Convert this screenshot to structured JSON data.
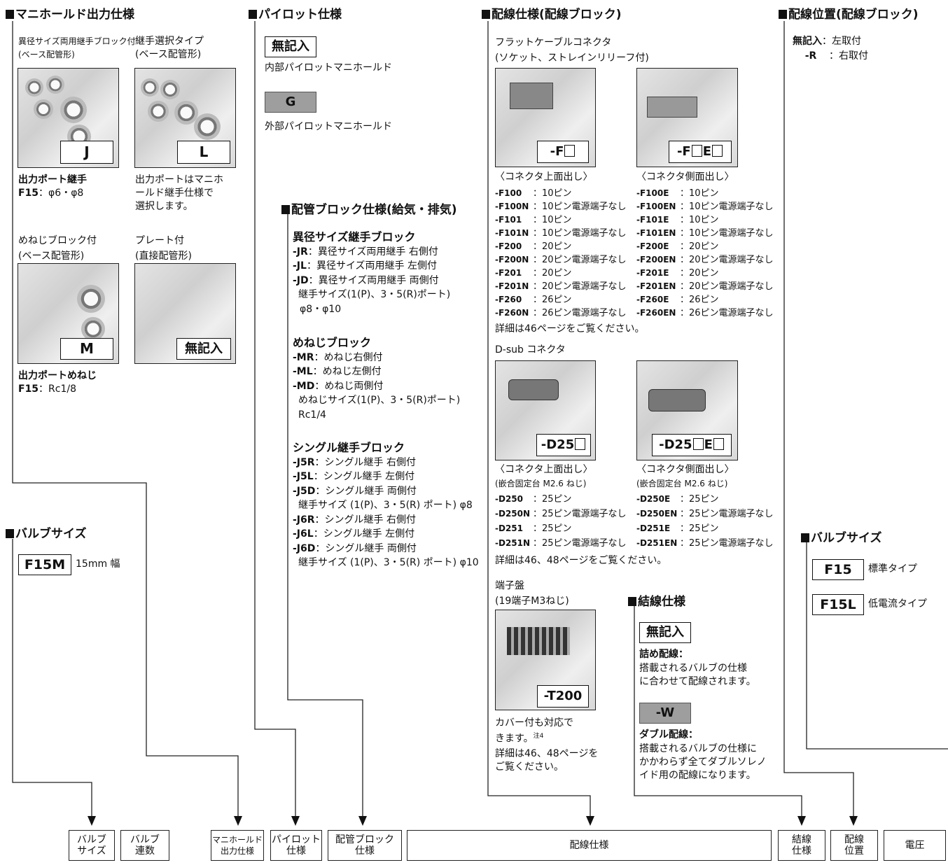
{
  "manifold_output": {
    "title": "マニホールド出力仕様",
    "items": [
      {
        "caption": "異径サイズ両用継手ブロック付\n(ベース配管形)",
        "code": "J",
        "desc_title": "出力ポート継手",
        "desc_code": "F15",
        "desc_value": "φ6・φ8"
      },
      {
        "caption": "継手選択タイプ\n(ベース配管形)",
        "code": "L",
        "desc_text": "出力ポートはマニホ\nールド継手仕様で\n選択します。"
      },
      {
        "caption": "めねじブロック付\n(ベース配管形)",
        "code": "M",
        "desc_title": "出力ポートめねじ",
        "desc_code": "F15",
        "desc_value": "Rc1/8"
      },
      {
        "caption": "プレート付\n(直接配管形)",
        "code": "無記入"
      }
    ]
  },
  "valve_size_left": {
    "title": "バルブサイズ",
    "code": "F15M",
    "desc": "15mm 幅"
  },
  "pilot": {
    "title": "パイロット仕様",
    "options": [
      {
        "code": "無記入",
        "desc": "内部パイロットマニホールド"
      },
      {
        "code": "G",
        "desc": "外部パイロットマニホールド"
      }
    ]
  },
  "piping_block": {
    "title": "配管ブロック仕様(給気・排気)",
    "groups": [
      {
        "name": "異径サイズ継手ブロック",
        "items": [
          {
            "code": "-JR",
            "desc": "異径サイズ両用継手 右側付"
          },
          {
            "code": "-JL",
            "desc": "異径サイズ両用継手 左側付"
          },
          {
            "code": "-JD",
            "desc": "異径サイズ両用継手 両側付"
          }
        ],
        "notes": [
          "継手サイズ(1(P)、3・5(R)ポート)",
          "φ8・φ10"
        ]
      },
      {
        "name": "めねじブロック",
        "items": [
          {
            "code": "-MR",
            "desc": "めねじ右側付"
          },
          {
            "code": "-ML",
            "desc": "めねじ左側付"
          },
          {
            "code": "-MD",
            "desc": "めねじ両側付"
          }
        ],
        "notes": [
          "めねじサイズ(1(P)、3・5(R)ポート)",
          "Rc1/4"
        ]
      },
      {
        "name": "シングル継手ブロック",
        "items": [
          {
            "code": "-J5R",
            "desc": "シングル継手 右側付"
          },
          {
            "code": "-J5L",
            "desc": "シングル継手 左側付"
          },
          {
            "code": "-J5D",
            "desc": "シングル継手 両側付"
          }
        ],
        "notes": [
          "継手サイズ (1(P)、3・5(R) ポート) φ8"
        ],
        "items2": [
          {
            "code": "-J6R",
            "desc": "シングル継手 右側付"
          },
          {
            "code": "-J6L",
            "desc": "シングル継手 左側付"
          },
          {
            "code": "-J6D",
            "desc": "シングル継手 両側付"
          }
        ],
        "notes2": [
          "継手サイズ (1(P)、3・5(R) ポート) φ10"
        ]
      }
    ]
  },
  "wiring": {
    "title": "配線仕様(配線ブロック)",
    "flat_cable": {
      "caption": "フラットケーブルコネクタ\n(ソケット、ストレインリリーフ付)",
      "label_top": "-F",
      "label_side_a": "-F",
      "label_side_b": "E",
      "sub_top": "〈コネクタ上面出し〉",
      "sub_side": "〈コネクタ側面出し〉",
      "top_list": [
        {
          "code": "-F100",
          "desc": "10ピン"
        },
        {
          "code": "-F100N",
          "desc": "10ピン電源端子なし"
        },
        {
          "code": "-F101",
          "desc": "10ピン"
        },
        {
          "code": "-F101N",
          "desc": "10ピン電源端子なし"
        },
        {
          "code": "-F200",
          "desc": "20ピン"
        },
        {
          "code": "-F200N",
          "desc": "20ピン電源端子なし"
        },
        {
          "code": "-F201",
          "desc": "20ピン"
        },
        {
          "code": "-F201N",
          "desc": "20ピン電源端子なし"
        },
        {
          "code": "-F260",
          "desc": "26ピン"
        },
        {
          "code": "-F260N",
          "desc": "26ピン電源端子なし"
        }
      ],
      "side_list": [
        {
          "code": "-F100E",
          "desc": "10ピン"
        },
        {
          "code": "-F100EN",
          "desc": "10ピン電源端子なし"
        },
        {
          "code": "-F101E",
          "desc": "10ピン"
        },
        {
          "code": "-F101EN",
          "desc": "10ピン電源端子なし"
        },
        {
          "code": "-F200E",
          "desc": "20ピン"
        },
        {
          "code": "-F200EN",
          "desc": "20ピン電源端子なし"
        },
        {
          "code": "-F201E",
          "desc": "20ピン"
        },
        {
          "code": "-F201EN",
          "desc": "20ピン電源端子なし"
        },
        {
          "code": "-F260E",
          "desc": "26ピン"
        },
        {
          "code": "-F260EN",
          "desc": "26ピン電源端子なし"
        }
      ],
      "note": "詳細は46ページをご覧ください。"
    },
    "dsub": {
      "caption": "D-sub コネクタ",
      "label_top": "-D25",
      "label_side_a": "-D25",
      "label_side_b": "E",
      "sub_top": "〈コネクタ上面出し〉",
      "sub_side": "〈コネクタ側面出し〉",
      "fix_top": "(嵌合固定台 M2.6 ねじ)",
      "fix_side": "(嵌合固定台 M2.6 ねじ)",
      "top_list": [
        {
          "code": "-D250",
          "desc": "25ピン"
        },
        {
          "code": "-D250N",
          "desc": "25ピン電源端子なし"
        },
        {
          "code": "-D251",
          "desc": "25ピン"
        },
        {
          "code": "-D251N",
          "desc": "25ピン電源端子なし"
        }
      ],
      "side_list": [
        {
          "code": "-D250E",
          "desc": "25ピン"
        },
        {
          "code": "-D250EN",
          "desc": "25ピン電源端子なし"
        },
        {
          "code": "-D251E",
          "desc": "25ピン"
        },
        {
          "code": "-D251EN",
          "desc": "25ピン電源端子なし"
        }
      ],
      "note": "詳細は46、48ページをご覧ください。"
    },
    "terminal": {
      "caption": "端子盤\n(19端子M3ねじ)",
      "label": "-T200",
      "note1": "カバー付も対応で\nきます。",
      "note1_sup": "注4",
      "note2": "詳細は46、48ページを\nご覧ください。"
    }
  },
  "connection": {
    "title": "結線仕様",
    "options": [
      {
        "code": "無記入",
        "name": "詰め配線：",
        "desc": "搭載されるバルブの仕様\nに合わせて配線されます。"
      },
      {
        "code": "-W",
        "name": "ダブル配線：",
        "desc": "搭載されるバルブの仕様に\nかかわらず全てダブルソレノ\nイド用の配線になります。"
      }
    ]
  },
  "wiring_position": {
    "title": "配線位置(配線ブロック)",
    "items": [
      {
        "code": "無記入",
        "desc": "：左取付"
      },
      {
        "code": "-R",
        "desc": "：右取付"
      }
    ]
  },
  "valve_size_right": {
    "title": "バルブサイズ",
    "items": [
      {
        "code": "F15",
        "desc": "標準タイプ"
      },
      {
        "code": "F15L",
        "desc": "低電流タイプ"
      }
    ]
  },
  "bottom_boxes": [
    "バルブ\nサイズ",
    "バルブ\n連数",
    "マニホールド\n出力仕様",
    "パイロット\n仕様",
    "配管ブロック\n仕様",
    "配線仕様",
    "結線\n仕様",
    "配線\n位置",
    "電圧"
  ]
}
